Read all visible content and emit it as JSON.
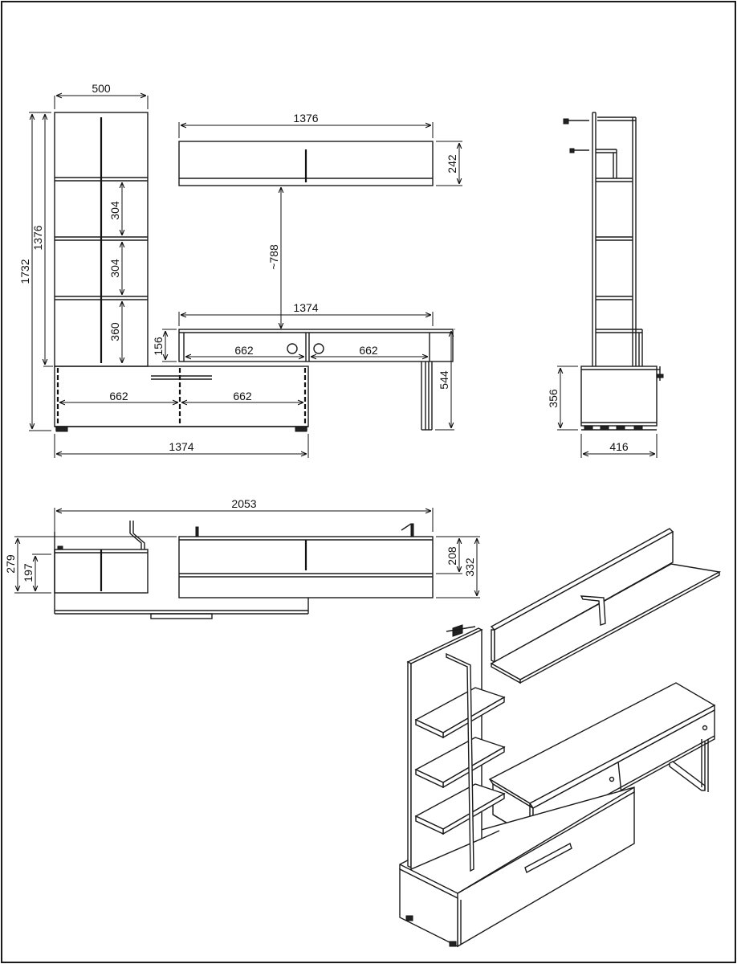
{
  "sheet": {
    "border_color": "#1a1a1a",
    "line_color": "#1a1a1a"
  },
  "front_view": {
    "bookcase_width": "500",
    "bookcase_height_total": "1732",
    "bookcase_height_upper": "1376",
    "shelf_gap_1": "304",
    "shelf_gap_2": "304",
    "shelf_gap_3": "360",
    "wall_shelf_width": "1376",
    "wall_shelf_height": "242",
    "wall_shelf_clearance": "~788",
    "tv_stand_width": "1374",
    "tv_stand_compartment_left": "662",
    "tv_stand_compartment_right": "662",
    "tv_stand_top_height": "156",
    "tv_stand_height": "544",
    "low_cabinet_compartment_left": "662",
    "low_cabinet_compartment_right": "662",
    "low_cabinet_width": "1374"
  },
  "side_view": {
    "cabinet_height": "356",
    "cabinet_depth": "416"
  },
  "top_view": {
    "overall_width": "2053",
    "bookcase_depth": "279",
    "bookcase_inner_depth": "197",
    "shelf_depth": "208",
    "stand_depth": "332"
  }
}
